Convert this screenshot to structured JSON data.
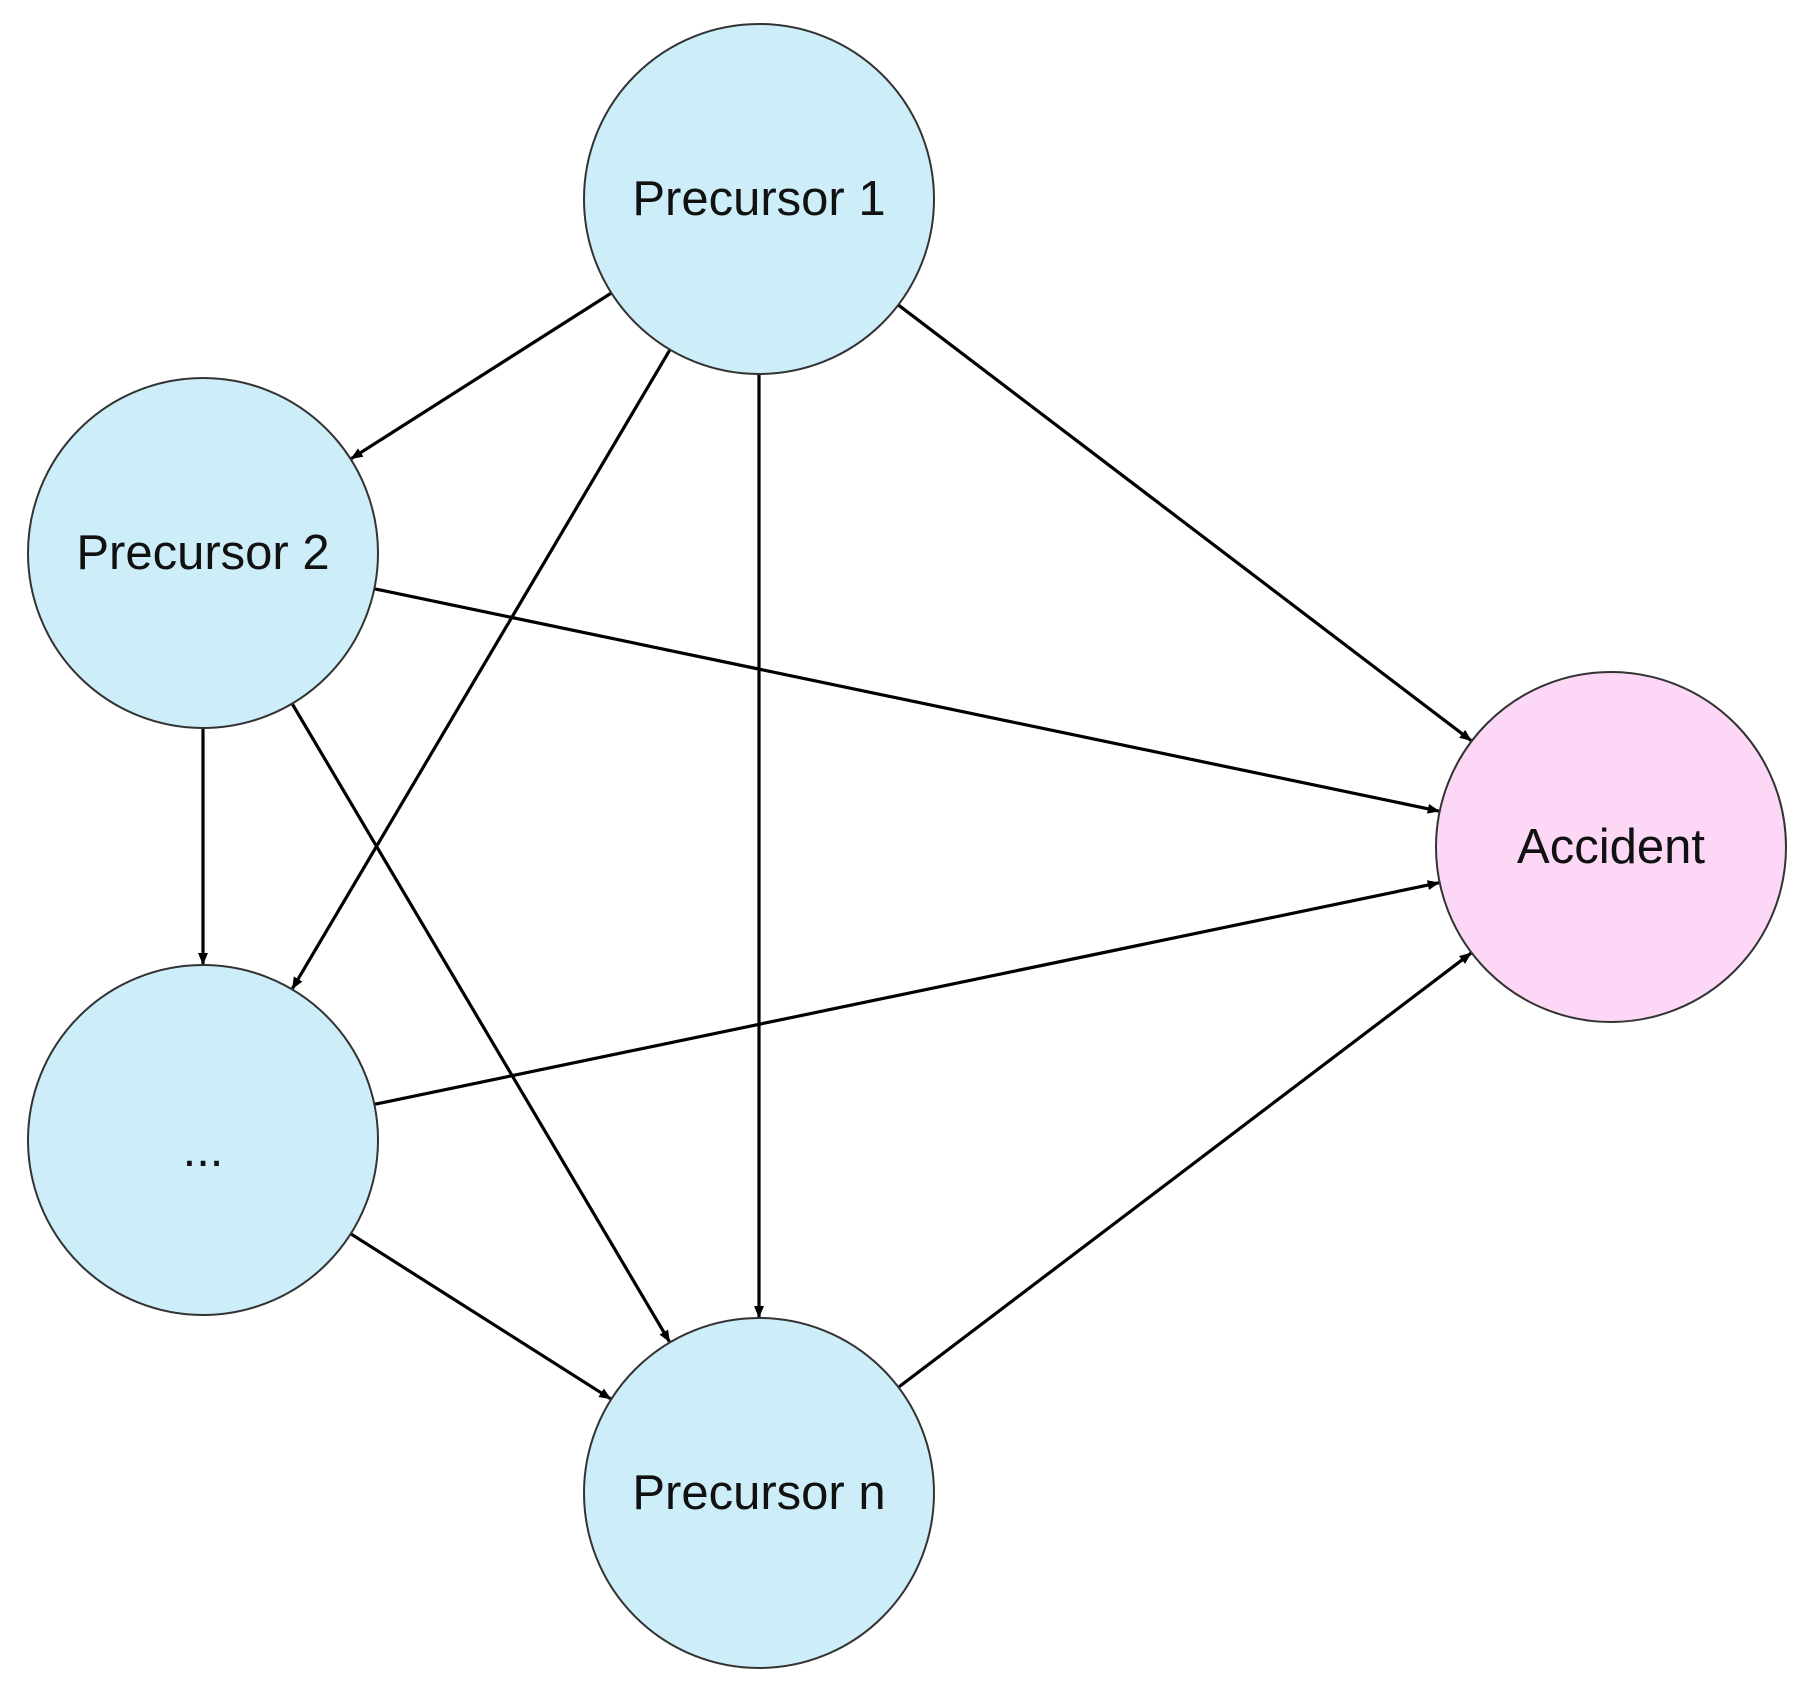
{
  "colors": {
    "precursor_fill": "#CDEEF9",
    "accident_fill": "#FCD8F6",
    "edge": "#000000"
  },
  "nodes": [
    {
      "id": "p1",
      "label": "Precursor 1",
      "kind": "precursor"
    },
    {
      "id": "p2",
      "label": "Precursor 2",
      "kind": "precursor"
    },
    {
      "id": "dots",
      "label": "...",
      "kind": "precursor"
    },
    {
      "id": "pn",
      "label": "Precursor n",
      "kind": "precursor"
    },
    {
      "id": "acc",
      "label": "Accident",
      "kind": "accident"
    }
  ],
  "edges": [
    {
      "from": "p1",
      "to": "p2"
    },
    {
      "from": "p1",
      "to": "dots"
    },
    {
      "from": "p1",
      "to": "pn"
    },
    {
      "from": "p1",
      "to": "acc"
    },
    {
      "from": "p2",
      "to": "dots"
    },
    {
      "from": "p2",
      "to": "pn"
    },
    {
      "from": "p2",
      "to": "acc"
    },
    {
      "from": "dots",
      "to": "pn"
    },
    {
      "from": "dots",
      "to": "acc"
    },
    {
      "from": "pn",
      "to": "acc"
    }
  ]
}
